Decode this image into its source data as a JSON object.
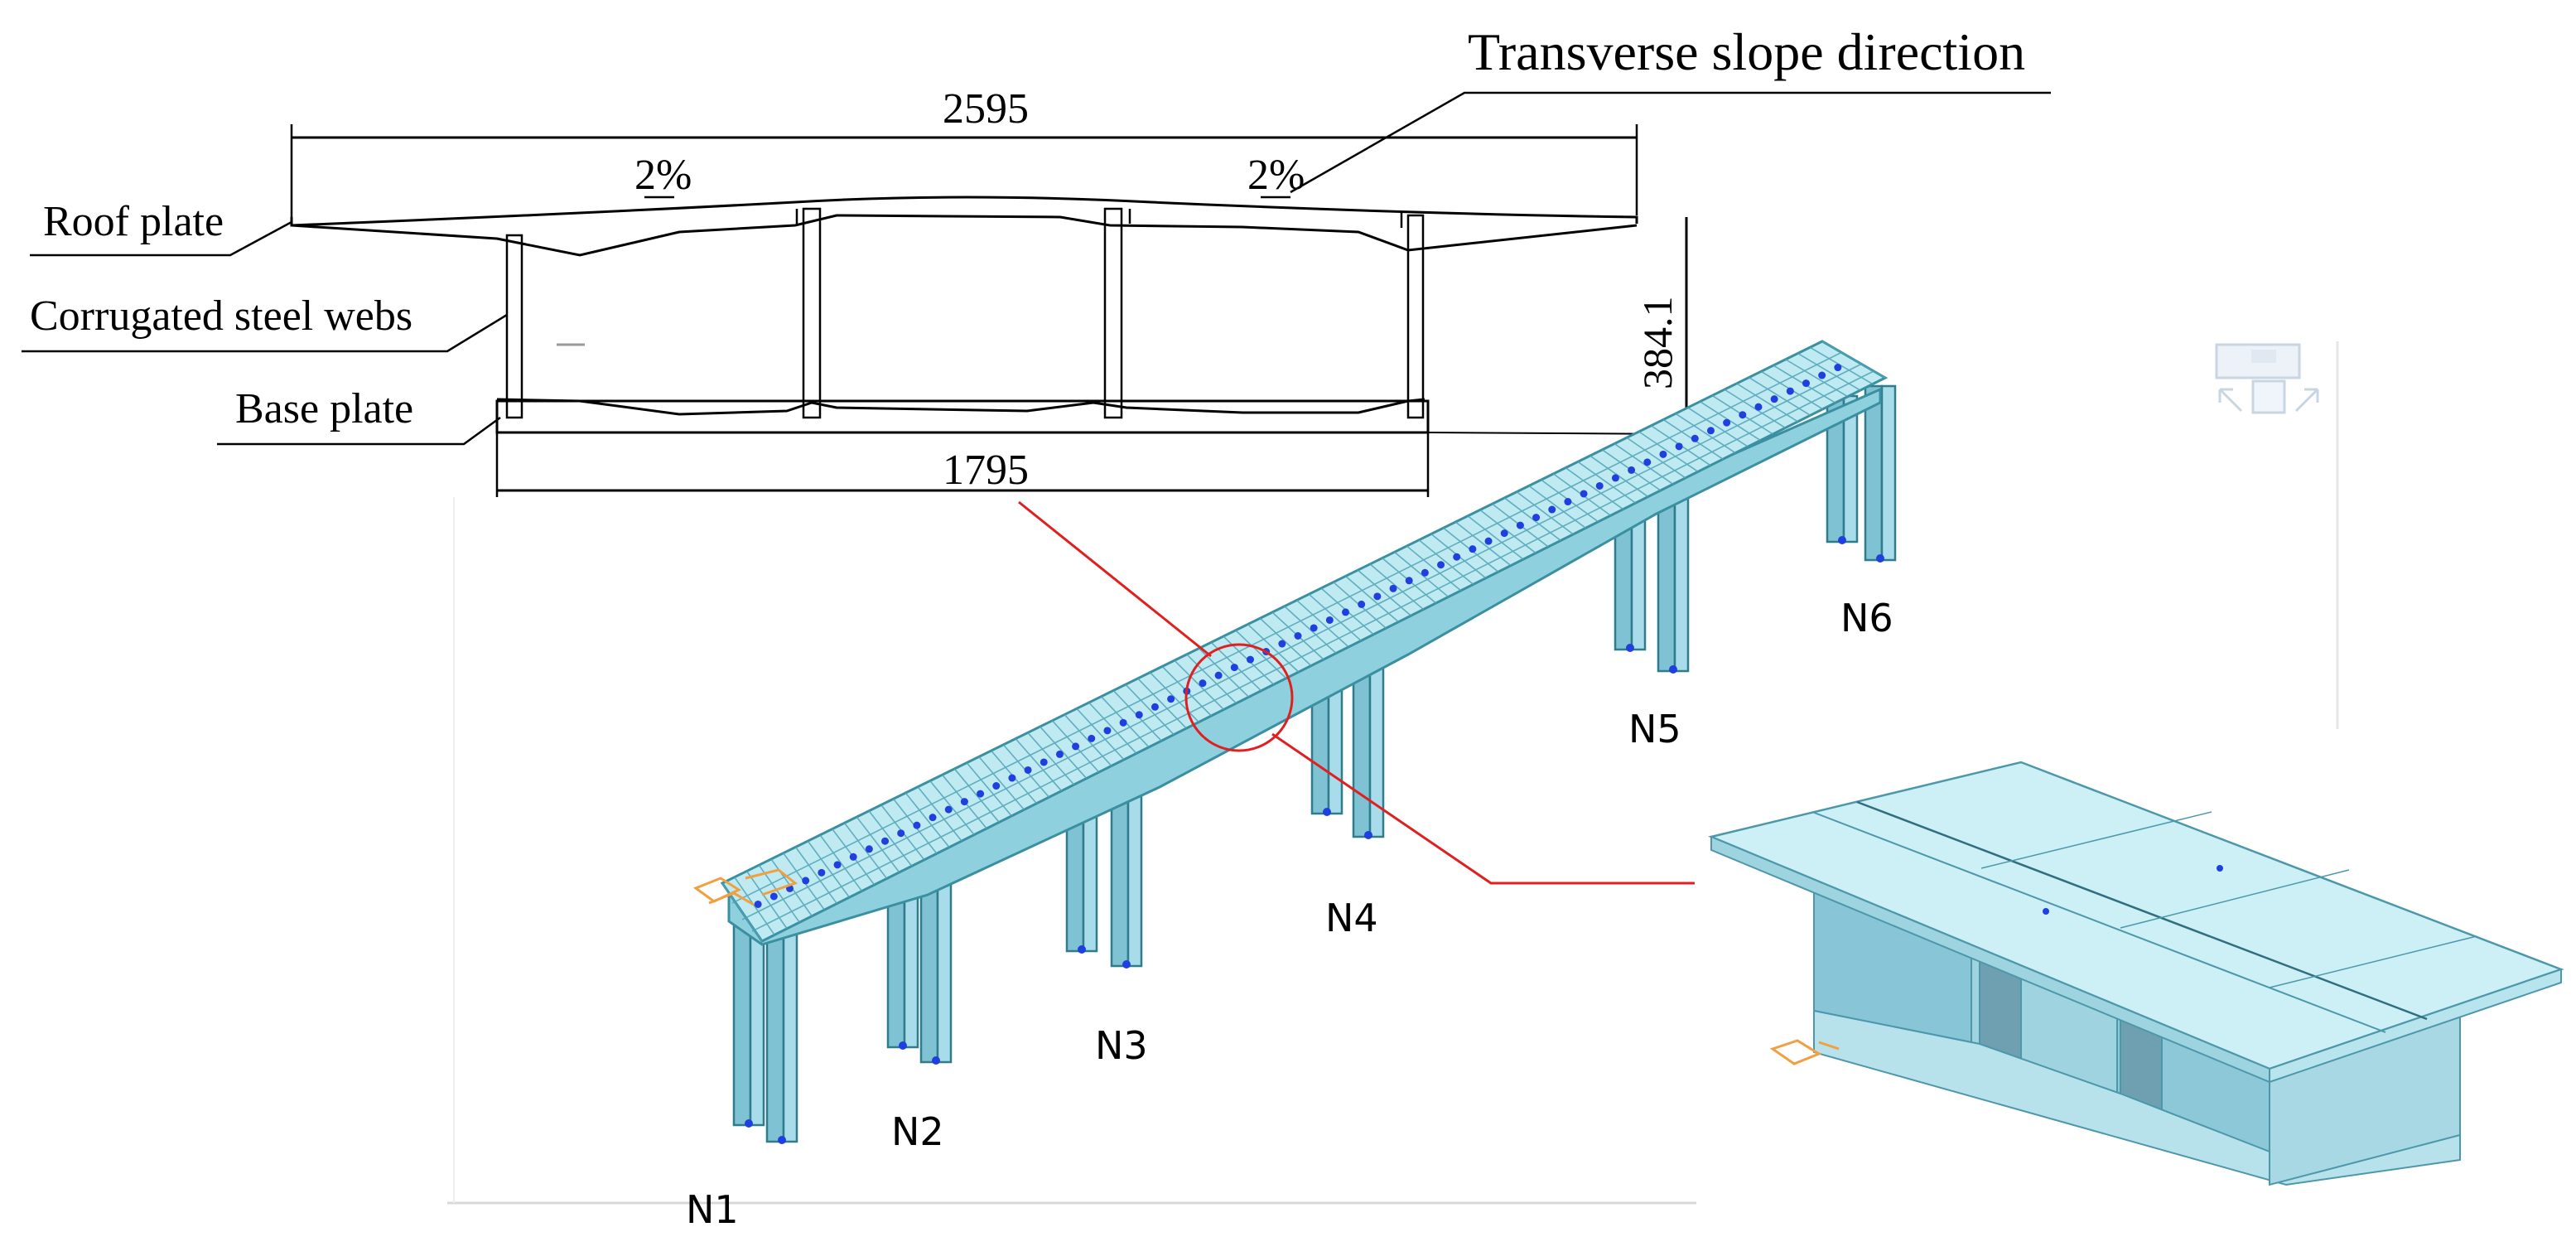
{
  "section": {
    "top_width": "2595",
    "bottom_width": "1795",
    "height": "384.1",
    "slope_left": "2%",
    "slope_right": "2%",
    "callout_slope": "Transverse slope direction",
    "callout_roof": "Roof plate",
    "callout_webs": "Corrugated steel webs",
    "callout_base": "Base plate"
  },
  "model": {
    "piers": [
      {
        "label": "N1"
      },
      {
        "label": "N2"
      },
      {
        "label": "N3"
      },
      {
        "label": "N4"
      },
      {
        "label": "N5"
      },
      {
        "label": "N6"
      }
    ]
  },
  "colors": {
    "model_fill": "#bfeaf2",
    "model_edge": "#3a8fa0",
    "node_blue": "#1f3fe0",
    "highlight_red": "#e02020",
    "support_orange": "#f0a040"
  }
}
